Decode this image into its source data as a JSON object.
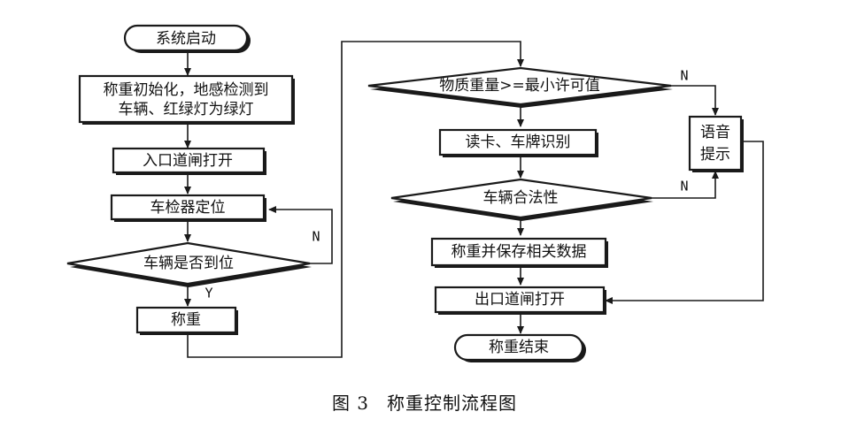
{
  "nodes": {
    "start": "系统启动",
    "init_line1": "称重初始化，地感检测到",
    "init_line2": "车辆、红绿灯为绿灯",
    "entry_gate": "入口道闸打开",
    "detector": "车检器定位",
    "vehicle_in_place": "车辆是否到位",
    "weigh": "称重",
    "weight_check": "物质重量>=最小许可值",
    "read_card": "读卡、车牌识别",
    "vehicle_valid": "车辆合法性",
    "save_data": "称重并保存相关数据",
    "exit_gate": "出口道闸打开",
    "end": "称重结束",
    "voice_line1": "语音",
    "voice_line2": "提示"
  },
  "branch_labels": {
    "in_place_no": "N",
    "in_place_yes": "Y",
    "weight_no": "N",
    "valid_no": "N"
  },
  "caption": {
    "figure_no": "图 3",
    "title": "称重控制流程图"
  }
}
